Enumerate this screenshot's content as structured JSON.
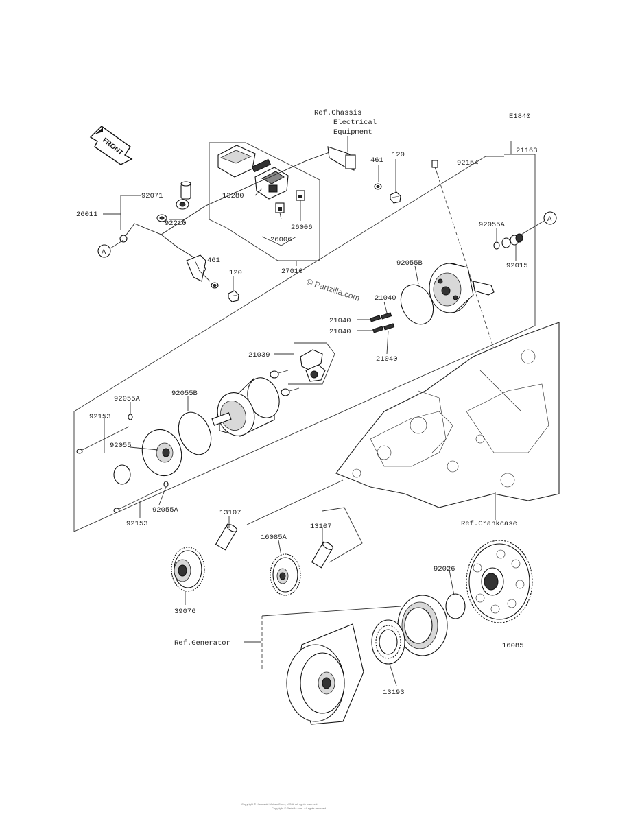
{
  "diagram_code": "E1840",
  "watermark": "© Partzilla.com",
  "front_label": "FRONT",
  "copyright_lines": [
    "Copyright © Kawasaki Motors Corp., U.S.A. All rights reserved.",
    "Copyright © Partzilla.com. All rights reserved."
  ],
  "refs": {
    "chassis_line1": "Ref.Chassis",
    "chassis_line2": "Electrical",
    "chassis_line3": "Equipment",
    "crankcase": "Ref.Crankcase",
    "generator": "Ref.Generator"
  },
  "circle_marks": {
    "left": "A",
    "right": "A"
  },
  "part_labels": {
    "p92071": "92071",
    "p26011": "26011",
    "p92210": "92210",
    "p13280": "13280",
    "p26006a": "26006",
    "p26006b": "26006",
    "p27010": "27010",
    "p461a": "461",
    "p120a": "120",
    "p461b": "461",
    "p120b": "120",
    "p92154": "92154",
    "p21163": "21163",
    "p92055A_top": "92055A",
    "p92015": "92015",
    "p92055B_top": "92055B",
    "p21040a": "21040",
    "p21040b": "21040",
    "p21040c": "21040",
    "p21040d": "21040",
    "p21039": "21039",
    "p92055A_mid": "92055A",
    "p92055B_mid": "92055B",
    "p92153a": "92153",
    "p92055": "92055",
    "p92055A_low": "92055A",
    "p92153b": "92153",
    "p13107a": "13107",
    "p13107b": "13107",
    "p16085A": "16085A",
    "p39076": "39076",
    "p92026": "92026",
    "p16085": "16085",
    "p13193": "13193"
  }
}
